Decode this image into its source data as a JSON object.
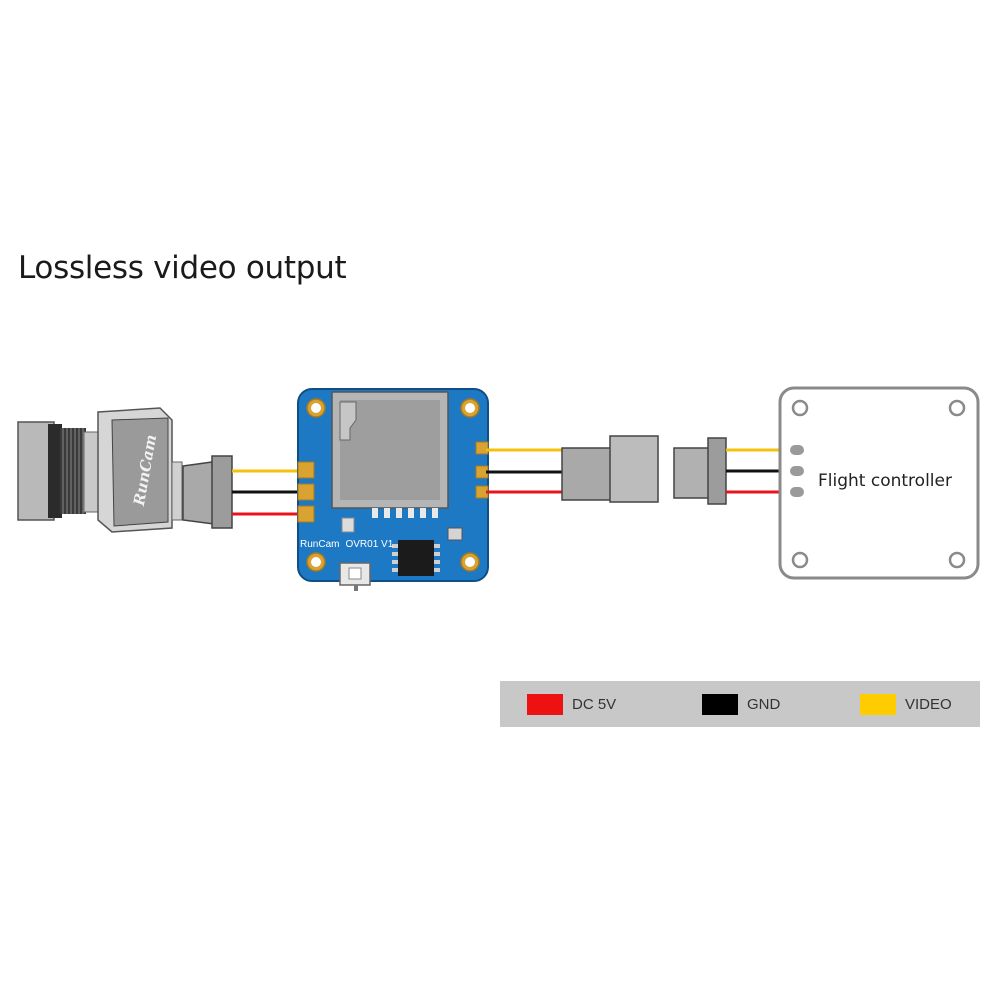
{
  "title": "Lossless video output",
  "camera": {
    "brand": "RunCam"
  },
  "board": {
    "brand": "RunCam",
    "model": "OVR01 V1"
  },
  "flight_controller": {
    "label": "Flight controller"
  },
  "wires": {
    "dc5v": "#e8141b",
    "gnd": "#111111",
    "video": "#f4c20d"
  },
  "legend": [
    {
      "label": "DC 5V",
      "color": "#ee1111"
    },
    {
      "label": "GND",
      "color": "#000000"
    },
    {
      "label": "VIDEO",
      "color": "#ffcc00"
    }
  ]
}
